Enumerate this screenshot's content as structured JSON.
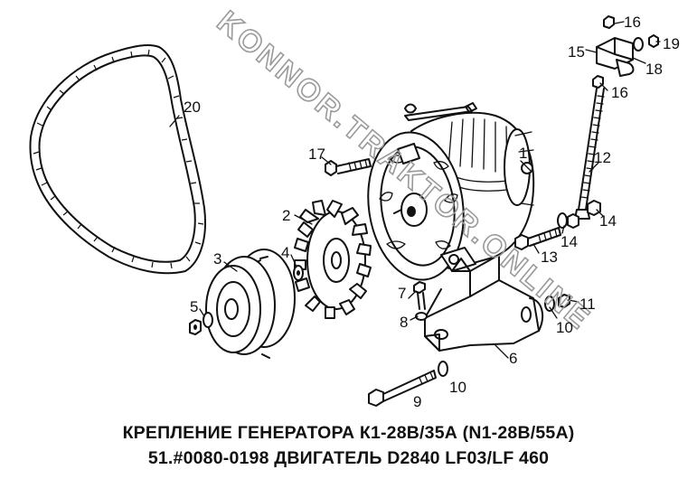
{
  "watermark": "KONNOR.TRAKTOR.ONLINE",
  "callouts": {
    "c1": "1",
    "c2": "2",
    "c3": "3",
    "c4": "4",
    "c5": "5",
    "c6": "6",
    "c7": "7",
    "c8": "8",
    "c9": "9",
    "c10a": "10",
    "c10b": "10",
    "c11": "11",
    "c12": "12",
    "c13": "13",
    "c14a": "14",
    "c14b": "14",
    "c15": "15",
    "c16a": "16",
    "c16b": "16",
    "c17": "17",
    "c18": "18",
    "c19": "19",
    "c20": "20"
  },
  "caption": {
    "line1": "КРЕПЛЕНИЕ ГЕНЕРАТОРА К1-28В/35А (N1-28В/55А)",
    "line2": "51.#0080-0198 ДВИГАТЕЛЬ D2840 LF03/LF 460"
  }
}
